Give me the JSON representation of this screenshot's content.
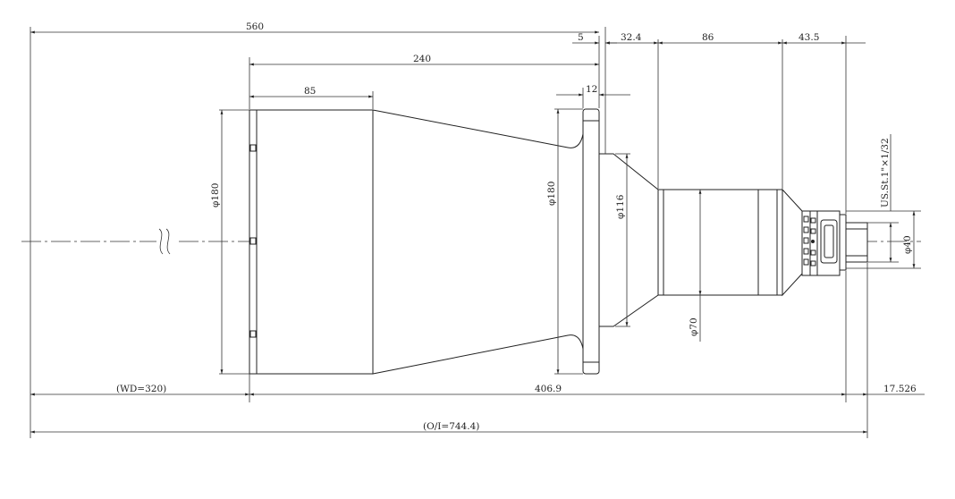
{
  "dimensions": {
    "total_560": "560",
    "len_240": "240",
    "len_85": "85",
    "len_5": "5",
    "len_32_4": "32.4",
    "len_86": "86",
    "len_43_5": "43.5",
    "len_12": "12",
    "wd": "(WD=320)",
    "len_406_9": "406.9",
    "len_17_526": "17.526",
    "oi": "(O/I=744.4)",
    "dia_180_left": "φ180",
    "dia_180_flange": "φ180",
    "dia_116": "φ116",
    "dia_70": "φ70",
    "dia_40": "φ40",
    "thread": "US.St.1\"×1/32"
  },
  "colors": {
    "line": "#222222",
    "background": "#ffffff"
  }
}
